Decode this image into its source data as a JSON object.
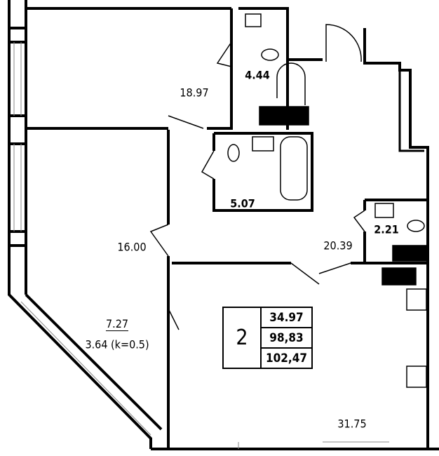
{
  "rooms": [
    {
      "name": "bedroom-1",
      "area": "18.97"
    },
    {
      "name": "bathroom-1",
      "area": "4.44"
    },
    {
      "name": "bathroom-2",
      "area": "5.07"
    },
    {
      "name": "bedroom-2",
      "area": "16.00"
    },
    {
      "name": "hallway",
      "area": "20.39"
    },
    {
      "name": "bathroom-3",
      "area": "2.21"
    },
    {
      "name": "living-kitchen",
      "area": "31.75"
    },
    {
      "name": "balcony",
      "area": "7.27",
      "reduced_area": "3.64 (k=0.5)"
    }
  ],
  "summary": {
    "room_count": "2",
    "living_area": "34.97",
    "total_area": "98,83",
    "total_with_balcony": "102,47"
  },
  "colors": {
    "wall": "#000000",
    "window": "#888888"
  }
}
